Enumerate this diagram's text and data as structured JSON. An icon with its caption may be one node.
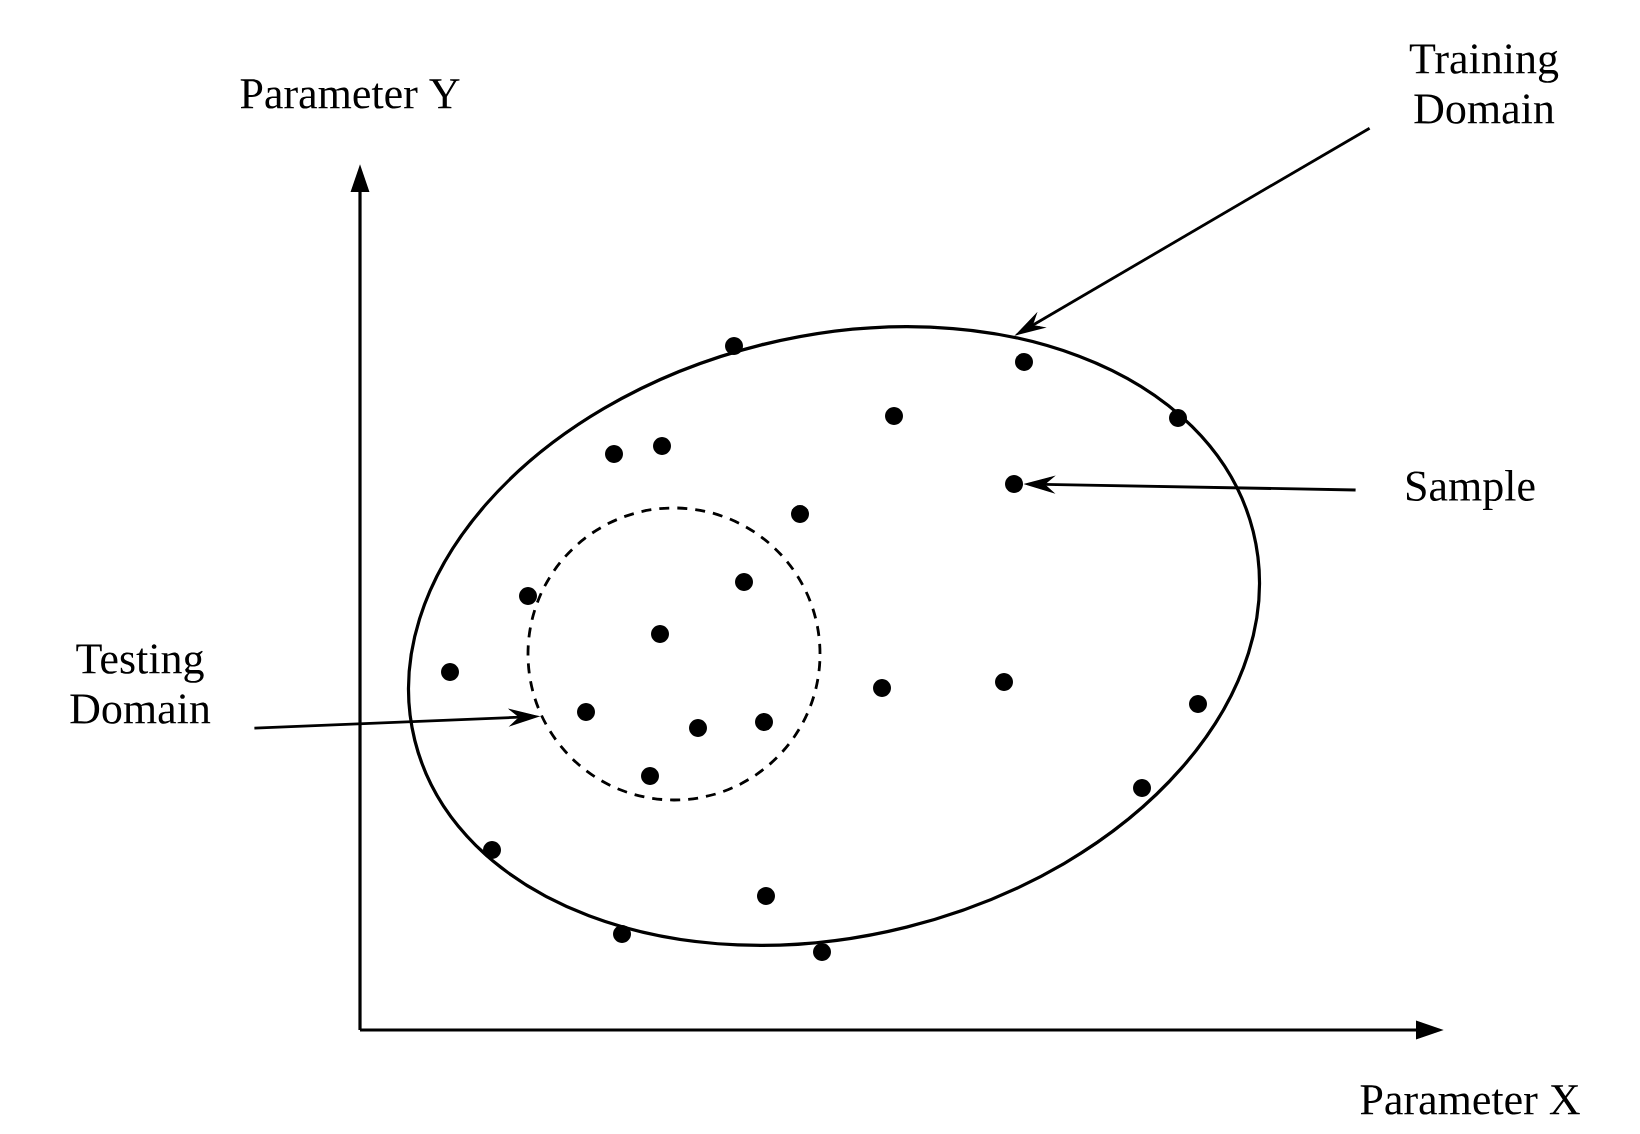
{
  "diagram": {
    "nodes": [
      {
        "text": [
          "Training Domain"
        ]
      },
      {
        "text": [],
        "shape": "ellipse"
      },
      {
        "text": [],
        "shape": "circle",
        "in": 1
      },
      {
        "text": [
          "Sample"
        ]
      },
      {
        "text": [
          "Testing Domain"
        ]
      },
      {
        "text": [],
        "shape": "circle",
        "in": 1
      }
    ],
    "edges": [
      {
        "from": 0,
        "to": 1,
        "arrow": "to"
      },
      {
        "from": 3,
        "to": 2,
        "arrow": "to"
      },
      {
        "from": 4,
        "to": 5,
        "arrow": "to"
      }
    ],
    "labels": [
      "Parameter Y",
      "Parameter X"
    ]
  }
}
